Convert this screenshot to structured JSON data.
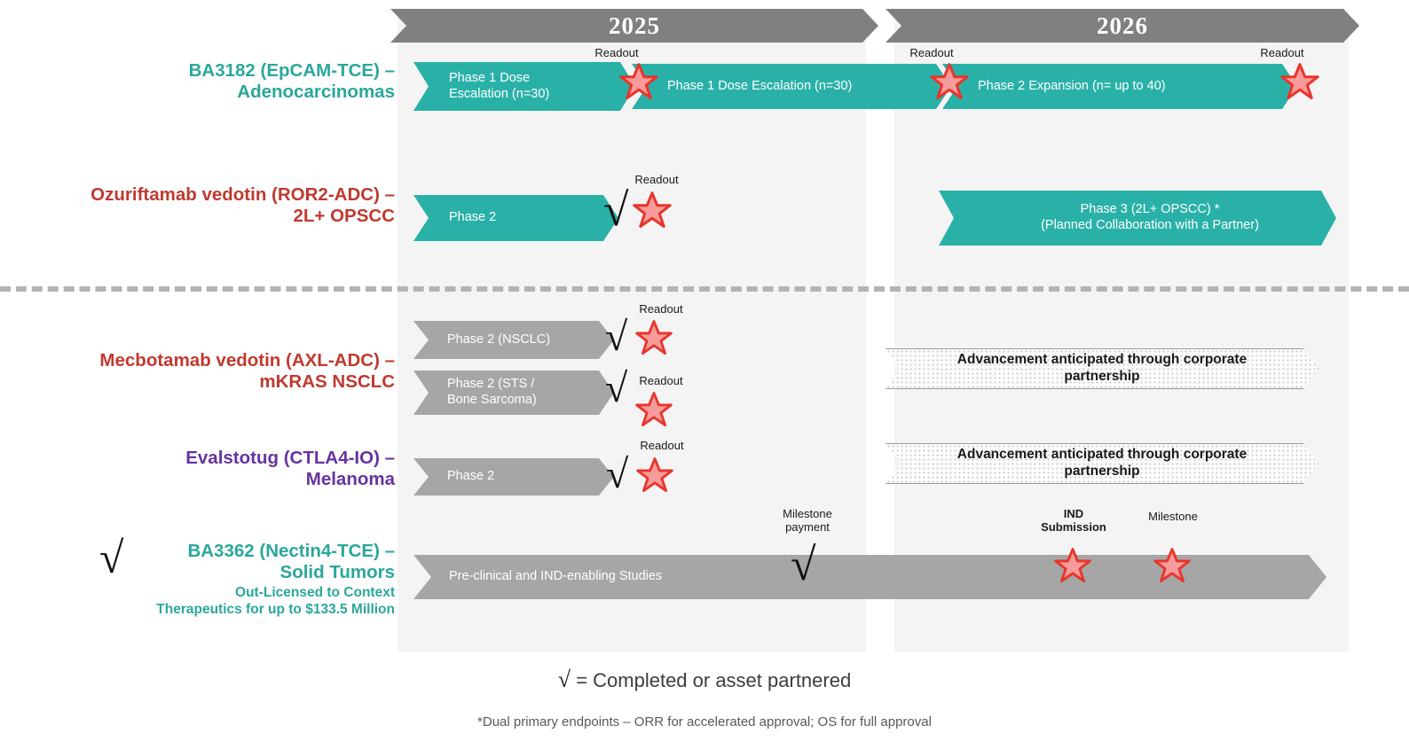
{
  "chart_data": {
    "type": "table",
    "title": "Clinical Development Pipeline Timeline",
    "columns": [
      "2025",
      "2026"
    ],
    "rows": [
      {
        "asset": "BA3182 (EpCAM-TCE) – Adenocarcinomas",
        "color": "#2aa79b",
        "bars": [
          {
            "label": "Phase 1 Dose Escalation (n=30)",
            "year": "2025",
            "style": "teal"
          },
          {
            "label": "Phase 1 Dose Escalation (n=30)",
            "year": "2025",
            "style": "teal"
          },
          {
            "label": "Phase 2 Expansion (n= up to 40)",
            "year": "2026",
            "style": "teal"
          }
        ],
        "milestones": [
          {
            "label": "Readout",
            "type": "star"
          },
          {
            "label": "Readout",
            "type": "star"
          },
          {
            "label": "Readout",
            "type": "star"
          }
        ]
      },
      {
        "asset": "Ozuriftamab vedotin (ROR2-ADC) – 2L+ OPSCC",
        "color": "#c0392f",
        "bars": [
          {
            "label": "Phase 2",
            "year": "2025",
            "style": "teal"
          },
          {
            "label": "Phase 3 (2L+ OPSCC) * (Planned Collaboration with a Partner)",
            "year": "2026",
            "style": "teal"
          }
        ],
        "milestones": [
          {
            "label": "Readout",
            "type": "star",
            "completed": true
          }
        ]
      },
      {
        "asset": "Mecbotamab vedotin (AXL-ADC) – mKRAS NSCLC",
        "color": "#c0392f",
        "bars": [
          {
            "label": "Phase 2 (NSCLC)",
            "year": "2025",
            "style": "grey"
          },
          {
            "label": "Phase 2 (STS / Bone Sarcoma)",
            "year": "2025",
            "style": "grey"
          },
          {
            "label": "Advancement anticipated through corporate partnership",
            "year": "2026",
            "style": "dotted"
          }
        ],
        "milestones": [
          {
            "label": "Readout",
            "type": "star",
            "completed": true
          },
          {
            "label": "Readout",
            "type": "star",
            "completed": true
          }
        ]
      },
      {
        "asset": "Evalstotug (CTLA4-IO) – Melanoma",
        "color": "#6633a0",
        "bars": [
          {
            "label": "Phase 2",
            "year": "2025",
            "style": "grey"
          },
          {
            "label": "Advancement anticipated through corporate partnership",
            "year": "2026",
            "style": "dotted"
          }
        ],
        "milestones": [
          {
            "label": "Readout",
            "type": "star",
            "completed": true
          }
        ]
      },
      {
        "asset": "BA3362 (Nectin4-TCE) – Solid Tumors",
        "color": "#2aa79b",
        "sub": "Out-Licensed to Context Therapeutics for up to $133.5 Million",
        "bars": [
          {
            "label": "Pre-clinical and IND-enabling Studies",
            "year": "2025-2026",
            "style": "grey"
          }
        ],
        "milestones": [
          {
            "label": "Milestone payment",
            "type": "check"
          },
          {
            "label": "IND Submission",
            "type": "star"
          },
          {
            "label": "Milestone",
            "type": "star"
          }
        ]
      }
    ]
  },
  "header": {
    "year_2025": "2025",
    "year_2026": "2026"
  },
  "rows": {
    "ba3182": {
      "label_line1": "BA3182 (EpCAM-TCE) –",
      "label_line2": "Adenocarcinomas",
      "bar1": "Phase 1 Dose",
      "bar1b": "Escalation (n=30)",
      "bar2": "Phase 1 Dose Escalation (n=30)",
      "bar3": "Phase 2 Expansion (n= up to 40)",
      "readout1": "Readout",
      "readout2": "Readout",
      "readout3": "Readout"
    },
    "ozuriftamab": {
      "label_line1": "Ozuriftamab vedotin (ROR2-ADC) –",
      "label_line2": "2L+ OPSCC",
      "bar1": "Phase 2",
      "bar2a": "Phase 3 (2L+ OPSCC) *",
      "bar2b": "(Planned Collaboration with a Partner)",
      "readout1": "Readout"
    },
    "mecbotamab": {
      "label_line1": "Mecbotamab vedotin (AXL-ADC) –",
      "label_line2": "mKRAS NSCLC",
      "bar1": "Phase 2 (NSCLC)",
      "bar2a": "Phase 2 (STS /",
      "bar2b": "Bone Sarcoma)",
      "bar3a": "Advancement anticipated through corporate",
      "bar3b": "partnership",
      "readout1": "Readout",
      "readout2": "Readout"
    },
    "evalstotug": {
      "label_line1": "Evalstotug (CTLA4-IO) –",
      "label_line2": "Melanoma",
      "bar1": "Phase 2",
      "bar2a": "Advancement anticipated through corporate",
      "bar2b": "partnership",
      "readout1": "Readout"
    },
    "ba3362": {
      "label_line1": "BA3362 (Nectin4-TCE) –",
      "label_line2": "Solid Tumors",
      "sub_line1": "Out-Licensed to Context",
      "sub_line2": "Therapeutics for up to $133.5 Million",
      "bar1": "Pre-clinical and IND-enabling Studies",
      "milestone_payment_a": "Milestone",
      "milestone_payment_b": "payment",
      "ind_a": "IND",
      "ind_b": "Submission",
      "milestone": "Milestone"
    }
  },
  "legend": {
    "tick": "√",
    "text": "= Completed or asset partnered"
  },
  "footnote": {
    "text": "*Dual primary endpoints – ORR for accelerated approval; OS for full approval"
  },
  "colors": {
    "teal": "#29b1a8",
    "grey": "#a6a6a6",
    "header_grey": "#808080",
    "panel": "#f4f4f4",
    "star_fill": "#f4a0a0",
    "star_stroke": "#e8352b",
    "asset_teal": "#2aa79b",
    "asset_red": "#c0392f",
    "asset_purple": "#6633a0"
  }
}
